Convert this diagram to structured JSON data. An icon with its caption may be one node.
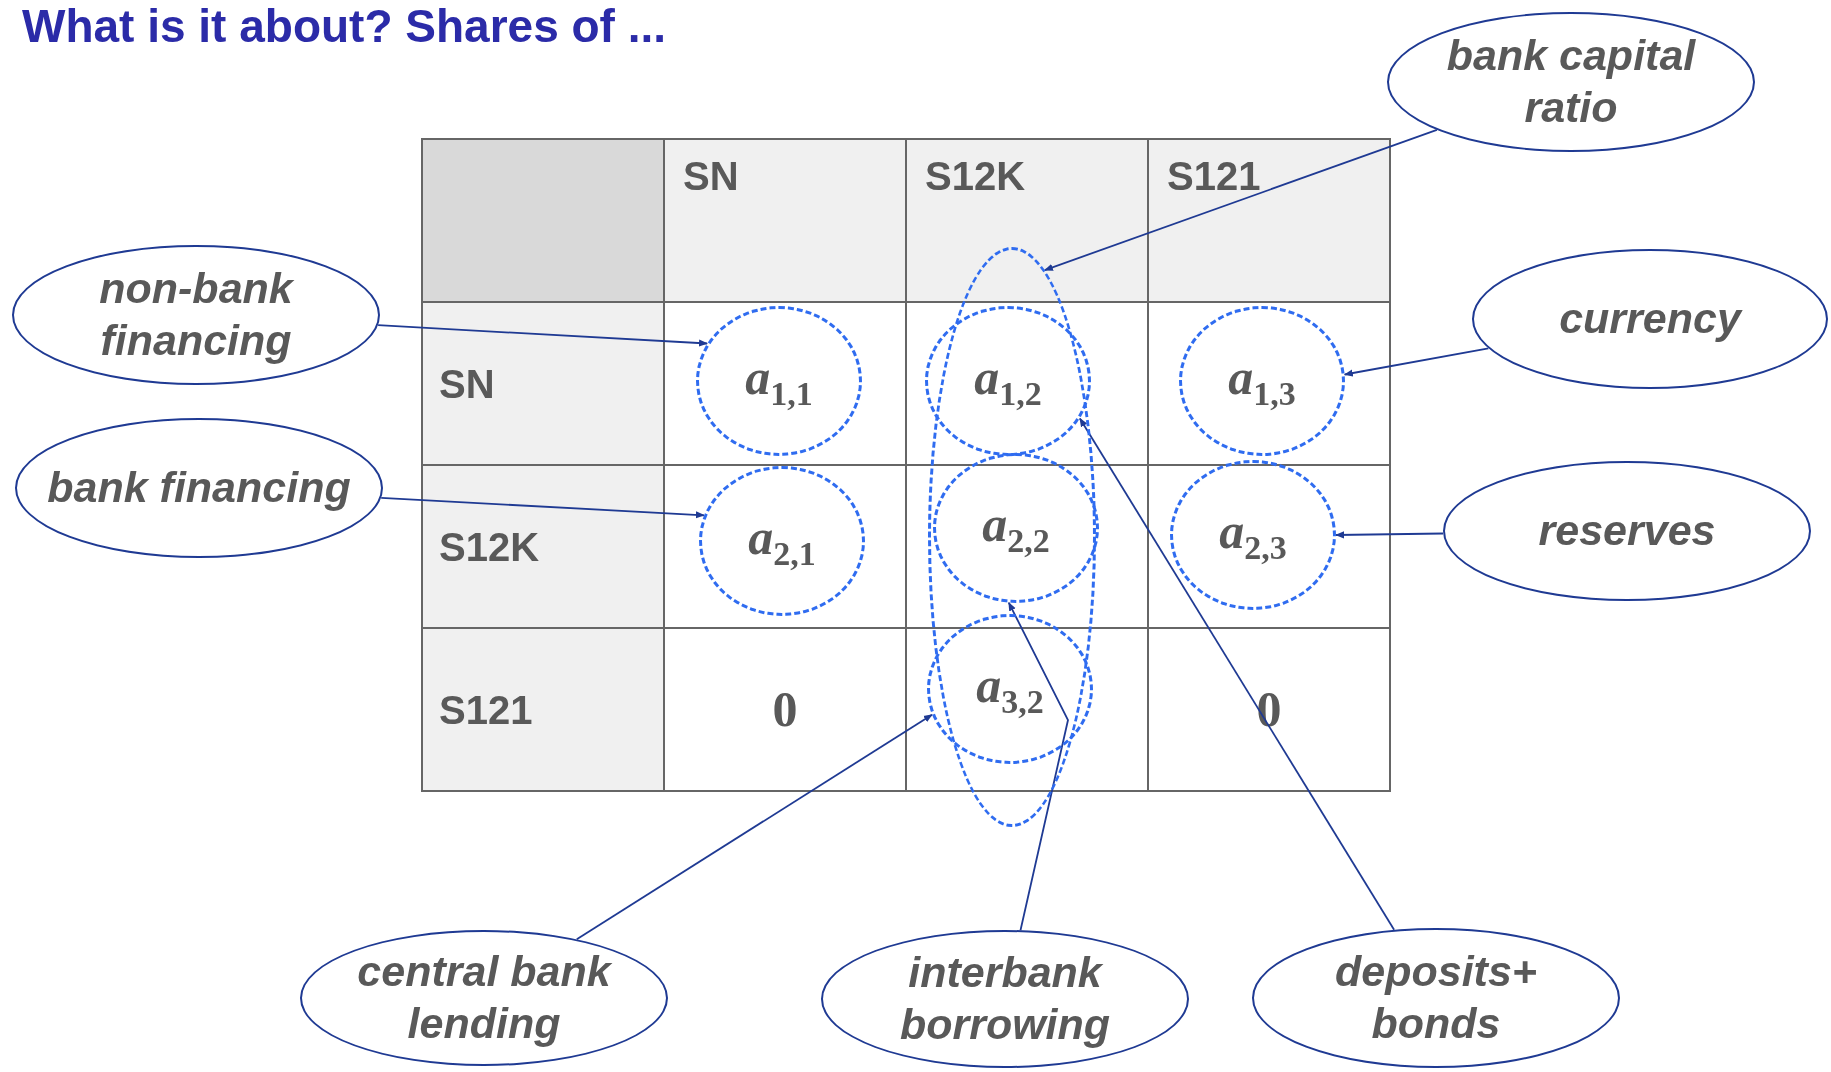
{
  "diagram": {
    "title": "What is it about? Shares of ...",
    "nodes": [
      {
        "text": [
          "bank capital ratio"
        ]
      },
      {
        "text": [
          "non-bank financing"
        ]
      },
      {
        "text": [
          "currency"
        ]
      },
      {
        "text": [
          "bank financing"
        ]
      },
      {
        "text": [
          "reserves"
        ]
      },
      {
        "text": [
          "central bank lending"
        ]
      },
      {
        "text": [
          "interbank borrowing"
        ]
      },
      {
        "text": [
          "deposits+ bonds"
        ]
      },
      {
        "text": [
          "a$_{1,1}$"
        ]
      },
      {
        "text": [
          "a$_{1,2}$"
        ],
        "in": 15
      },
      {
        "text": [
          "a$_{1,3}$"
        ]
      },
      {
        "text": [
          "a$_{2,1}$"
        ]
      },
      {
        "text": [
          "a$_{2,2}$"
        ],
        "in": 15
      },
      {
        "text": [
          "a$_{2,3}$"
        ]
      },
      {
        "text": [
          "a$_{3,2}$"
        ],
        "in": 15
      },
      {
        "text": [],
        "shape": "ellipse"
      }
    ],
    "edges": [
      {
        "from": 0,
        "to": 15,
        "arrow": "to"
      },
      {
        "from": 1,
        "to": 8,
        "arrow": "to"
      },
      {
        "from": 2,
        "to": 10,
        "arrow": "to"
      },
      {
        "from": 3,
        "to": 11,
        "arrow": "to"
      },
      {
        "from": 4,
        "to": 13,
        "arrow": "to"
      },
      {
        "from": 5,
        "to": 14,
        "arrow": "to"
      },
      {
        "from": 6,
        "to": 12,
        "arrow": "to"
      },
      {
        "from": 7,
        "to": 9,
        "arrow": "to"
      }
    ],
    "labels": [
      "SN",
      "S12K",
      "S121",
      "SN",
      "S12K",
      "S121",
      "0",
      "0"
    ]
  }
}
